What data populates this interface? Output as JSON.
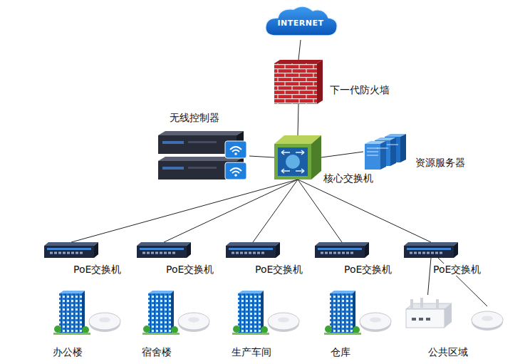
{
  "diagram": {
    "nodes": [
      {
        "text": [
          "INTERNET"
        ]
      },
      {
        "text": [
          "下一代防火墙"
        ]
      },
      {
        "text": [
          "无线控制器"
        ]
      },
      {
        "text": [
          "核心交换机"
        ]
      },
      {
        "text": [
          "资源服务器"
        ]
      },
      {
        "text": [
          "PoE交换机"
        ]
      },
      {
        "text": [
          "PoE交换机"
        ]
      },
      {
        "text": [
          "PoE交换机"
        ]
      },
      {
        "text": [
          "PoE交换机"
        ]
      },
      {
        "text": [
          "PoE交换机"
        ]
      },
      {
        "text": [
          "办公楼"
        ]
      },
      {
        "text": [
          "宿舍楼"
        ]
      },
      {
        "text": [
          "生产车间"
        ]
      },
      {
        "text": [
          "仓库"
        ]
      },
      {
        "text": [
          "公共区域"
        ]
      }
    ],
    "edges": [
      {
        "from": 0,
        "to": 1,
        "arrow": "none"
      },
      {
        "from": 1,
        "to": 3,
        "arrow": "none"
      },
      {
        "from": 2,
        "to": 3,
        "arrow": "none"
      },
      {
        "from": 3,
        "to": 4,
        "arrow": "none"
      },
      {
        "from": 3,
        "to": 5,
        "arrow": "none"
      },
      {
        "from": 3,
        "to": 6,
        "arrow": "none"
      },
      {
        "from": 3,
        "to": 7,
        "arrow": "none"
      },
      {
        "from": 3,
        "to": 8,
        "arrow": "none"
      },
      {
        "from": 3,
        "to": 9,
        "arrow": "none"
      },
      {
        "from": 9,
        "to": 14,
        "arrow": "none"
      }
    ]
  }
}
